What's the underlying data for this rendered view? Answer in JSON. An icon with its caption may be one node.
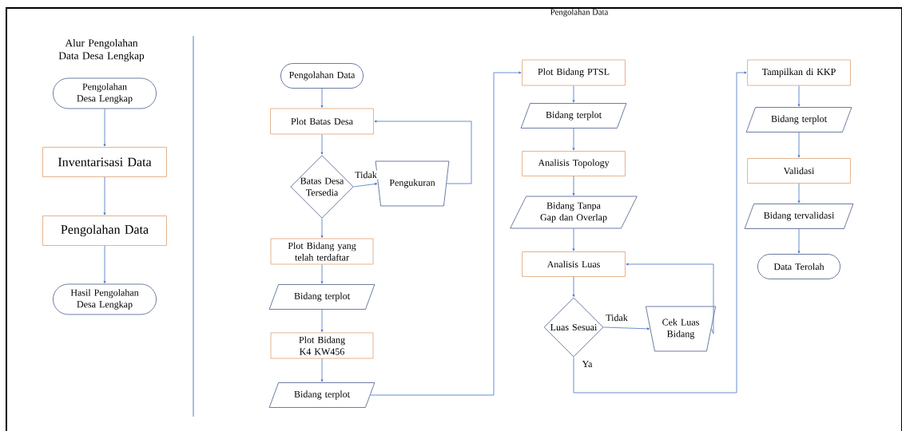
{
  "diagram": {
    "title": "Alur Pengolahan Data Desa Lengkap",
    "nodes": [
      {
        "text": [
          "Pengolahan Desa Lengkap"
        ]
      },
      {
        "text": [
          "Inventarisasi Data"
        ]
      },
      {
        "text": [
          "Pengolahan Data"
        ]
      },
      {
        "text": [
          "Hasil Pengolahan Desa Lengkap"
        ]
      },
      {
        "text": [
          "Pengolahan Data"
        ]
      },
      {
        "text": [
          "Plot Batas Desa"
        ]
      },
      {
        "text": [
          "Batas Desa Tersedia"
        ]
      },
      {
        "text": [
          "Pengukuran"
        ]
      },
      {
        "text": [
          "Plot Bidang yang telah terdaftar"
        ]
      },
      {
        "text": [
          "Bidang terplot"
        ]
      },
      {
        "text": [
          "Plot Bidang K4 KW456"
        ]
      },
      {
        "text": [
          "Bidang terplot"
        ]
      },
      {
        "text": [
          "Plot Bidang PTSL"
        ]
      },
      {
        "text": [
          "Bidang terplot"
        ]
      },
      {
        "text": [
          "Analisis Topology"
        ]
      },
      {
        "text": [
          "Bidang Tanpa Gap dan Overlap"
        ]
      },
      {
        "text": [
          "Analisis Luas"
        ]
      },
      {
        "text": [
          "Luas Sesuai"
        ]
      },
      {
        "text": [
          "Cek Luas Bidang"
        ]
      },
      {
        "text": [
          "Tampilkan di KKP"
        ]
      },
      {
        "text": [
          "Bidang terplot"
        ]
      },
      {
        "text": [
          "Validasi"
        ]
      },
      {
        "text": [
          "Bidang tervalidasi"
        ]
      },
      {
        "text": [
          "Data Terolah"
        ]
      }
    ],
    "edges": [
      {
        "from": 0,
        "to": 1,
        "arrow": "to"
      },
      {
        "from": 1,
        "to": 2,
        "arrow": "to"
      },
      {
        "from": 2,
        "to": 3,
        "arrow": "to"
      },
      {
        "from": 4,
        "to": 5,
        "arrow": "to"
      },
      {
        "from": 5,
        "to": 6,
        "arrow": "to"
      },
      {
        "from": 6,
        "to": 7,
        "arrow": "to",
        "label": "Tidak"
      },
      {
        "from": 7,
        "to": 5,
        "arrow": "to"
      },
      {
        "from": 6,
        "to": 8,
        "arrow": "to"
      },
      {
        "from": 8,
        "to": 9,
        "arrow": "to"
      },
      {
        "from": 9,
        "to": 10,
        "arrow": "to"
      },
      {
        "from": 10,
        "to": 11,
        "arrow": "to"
      },
      {
        "from": 11,
        "to": 12,
        "arrow": "to"
      },
      {
        "from": 12,
        "to": 13,
        "arrow": "to"
      },
      {
        "from": 13,
        "to": 14,
        "arrow": "to"
      },
      {
        "from": 14,
        "to": 15,
        "arrow": "to"
      },
      {
        "from": 15,
        "to": 16,
        "arrow": "to"
      },
      {
        "from": 16,
        "to": 17,
        "arrow": "to"
      },
      {
        "from": 17,
        "to": 18,
        "arrow": "to",
        "label": "Tidak"
      },
      {
        "from": 18,
        "to": 16,
        "arrow": "to"
      },
      {
        "from": 17,
        "to": 19,
        "arrow": "to",
        "label": "Ya"
      },
      {
        "from": 19,
        "to": 20,
        "arrow": "to"
      },
      {
        "from": 20,
        "to": 21,
        "arrow": "to"
      },
      {
        "from": 21,
        "to": 22,
        "arrow": "to"
      },
      {
        "from": 22,
        "to": 23,
        "arrow": "to"
      }
    ],
    "labels": [
      "Pengolahan Data"
    ]
  }
}
